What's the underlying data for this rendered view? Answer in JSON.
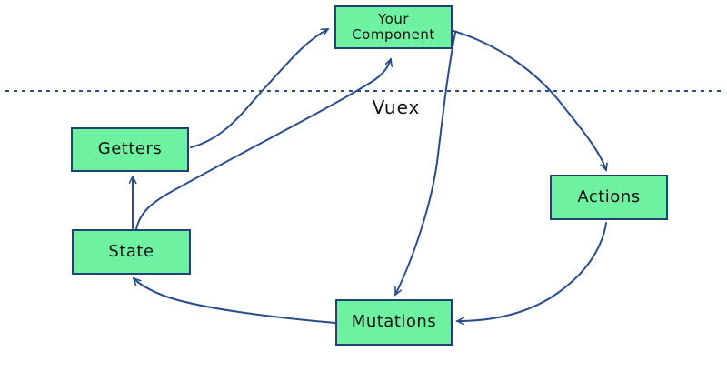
{
  "diagram": {
    "title": "Vuex",
    "nodes": {
      "your_component": {
        "label": "Your Component"
      },
      "getters": {
        "label": "Getters"
      },
      "state": {
        "label": "State"
      },
      "actions": {
        "label": "Actions"
      },
      "mutations": {
        "label": "Mutations"
      }
    },
    "edges": [
      {
        "from": "getters",
        "to": "your_component"
      },
      {
        "from": "state",
        "to": "your_component"
      },
      {
        "from": "your_component",
        "to": "actions"
      },
      {
        "from": "your_component",
        "to": "mutations"
      },
      {
        "from": "actions",
        "to": "mutations"
      },
      {
        "from": "mutations",
        "to": "state"
      },
      {
        "from": "state",
        "to": "getters"
      }
    ],
    "boundary": {
      "style": "dashed",
      "meaning": "Vuex store boundary"
    },
    "colors": {
      "node_fill": "#6ef2a2",
      "node_border": "#1d4273",
      "arrow": "#2b4d8c",
      "boundary": "#2b4d8c",
      "text": "#111111",
      "bg": "#ffffff"
    }
  }
}
